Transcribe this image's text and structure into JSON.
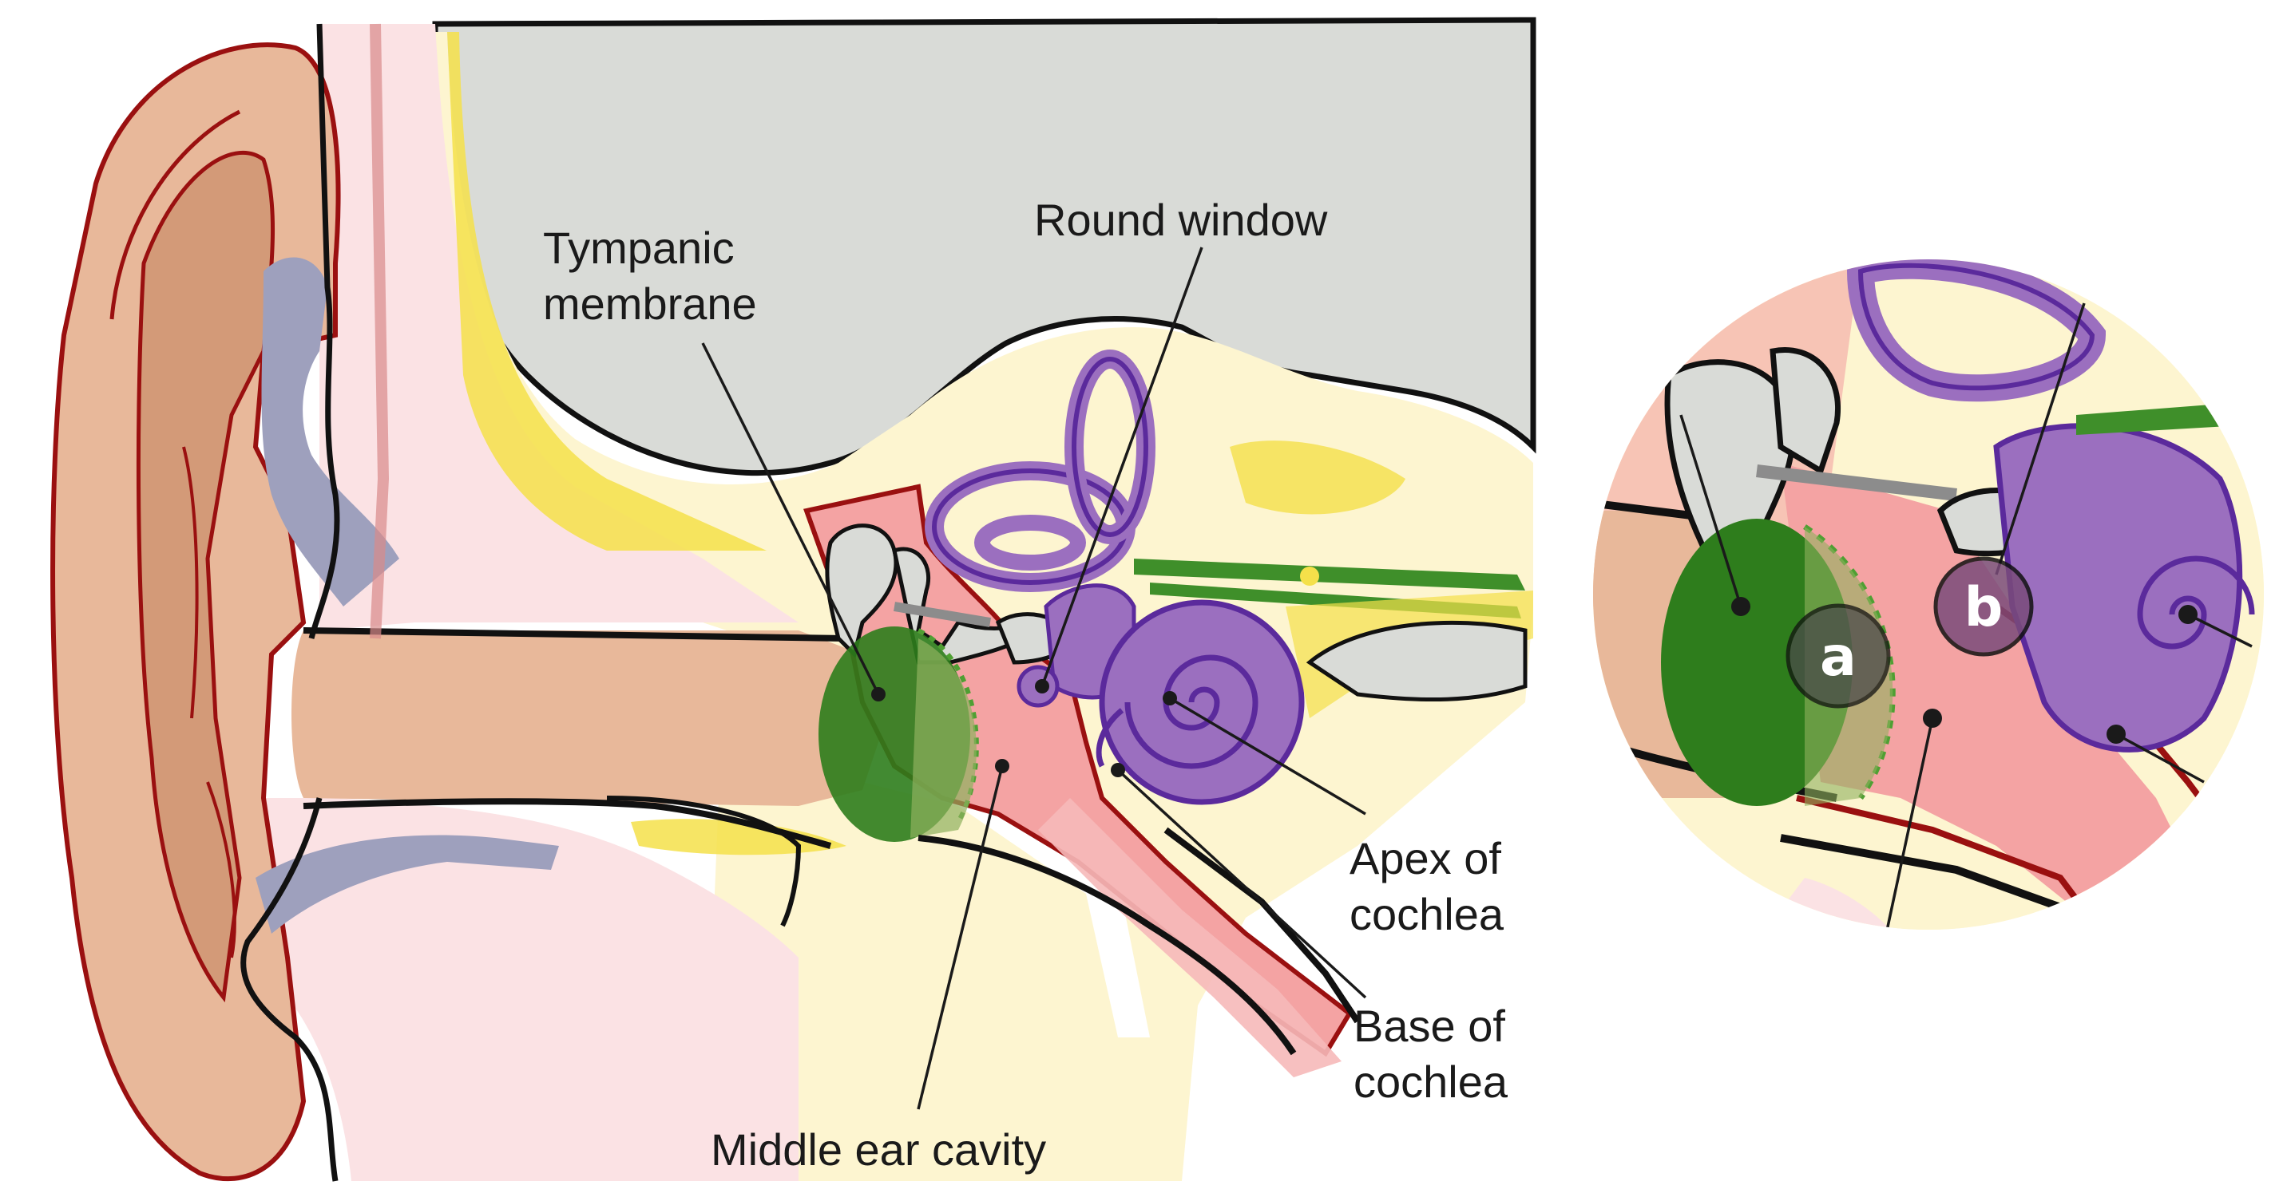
{
  "labels": {
    "tympanic_line1": "Tympanic",
    "tympanic_line2": "membrane",
    "round_window": "Round window",
    "apex_line1": "Apex of",
    "apex_line2": "cochlea",
    "base_line1": "Base of",
    "base_line2": "cochlea",
    "middle_ear": "Middle ear cavity"
  },
  "inset": {
    "marker_a": "a",
    "marker_b": "b"
  },
  "colors": {
    "skin": "#e8b89a",
    "skin_dark": "#d39a78",
    "outline_red": "#9a1010",
    "bone_gray": "#d9dbd7",
    "tissue_pink": "#fbe2e4",
    "fat_yellow": "#fdf3c4",
    "yellow_accent": "#f4e04a",
    "cartilage": "#9ea0bd",
    "membrane_green": "#2e7d1c",
    "middle_ear_red": "#f4a3a3",
    "cochlea_purple": "#9b6fbf",
    "cochlea_outline": "#5b2a9c",
    "nerve_green": "#3f8f2a"
  }
}
